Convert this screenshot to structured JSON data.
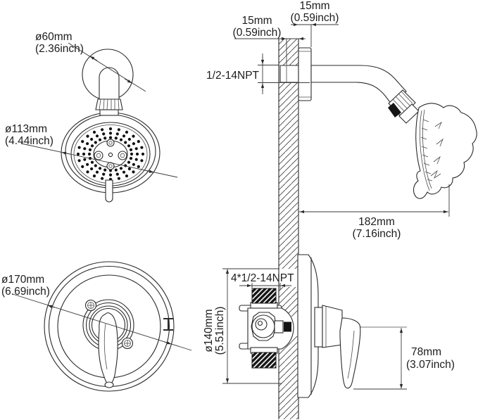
{
  "drawing": {
    "showerhead_front": {
      "flange_dia": "ø60mm",
      "flange_dia_in": "(2.36inch)",
      "face_dia": "ø113mm",
      "face_dia_in": "(4.44inch)"
    },
    "arm_side": {
      "wall_depth": "15mm",
      "wall_depth_in": "(0.59inch)",
      "flange_depth": "15mm",
      "flange_depth_in": "(0.59inch)",
      "arm_thread": "1/2-14NPT",
      "reach": "182mm",
      "reach_in": "(7.16inch)"
    },
    "trim_front": {
      "plate_dia": "ø170mm",
      "plate_dia_in": "(6.69inch)"
    },
    "valve_side": {
      "ports_thread": "4*1/2-14NPT",
      "assembly_dia": "ø140mm",
      "assembly_dia_in": "(5.51inch)",
      "handle_height": "78mm",
      "handle_height_in": "(3.07inch)"
    },
    "colors": {
      "ink": "#1c1c1c",
      "paper": "#ffffff"
    }
  }
}
